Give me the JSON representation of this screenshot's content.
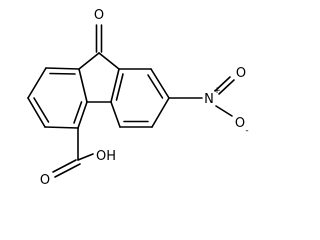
{
  "molecule": {
    "labels": {
      "ketone_o": "O",
      "nitro_n": "N",
      "nitro_n_charge": "+",
      "nitro_o_top": "O",
      "nitro_o_bottom": "O",
      "nitro_o_charge": "-",
      "acid_o": "O",
      "acid_oh": "OH"
    },
    "colors": {
      "bond": "#000000",
      "text": "#000000",
      "background": "#ffffff"
    }
  }
}
